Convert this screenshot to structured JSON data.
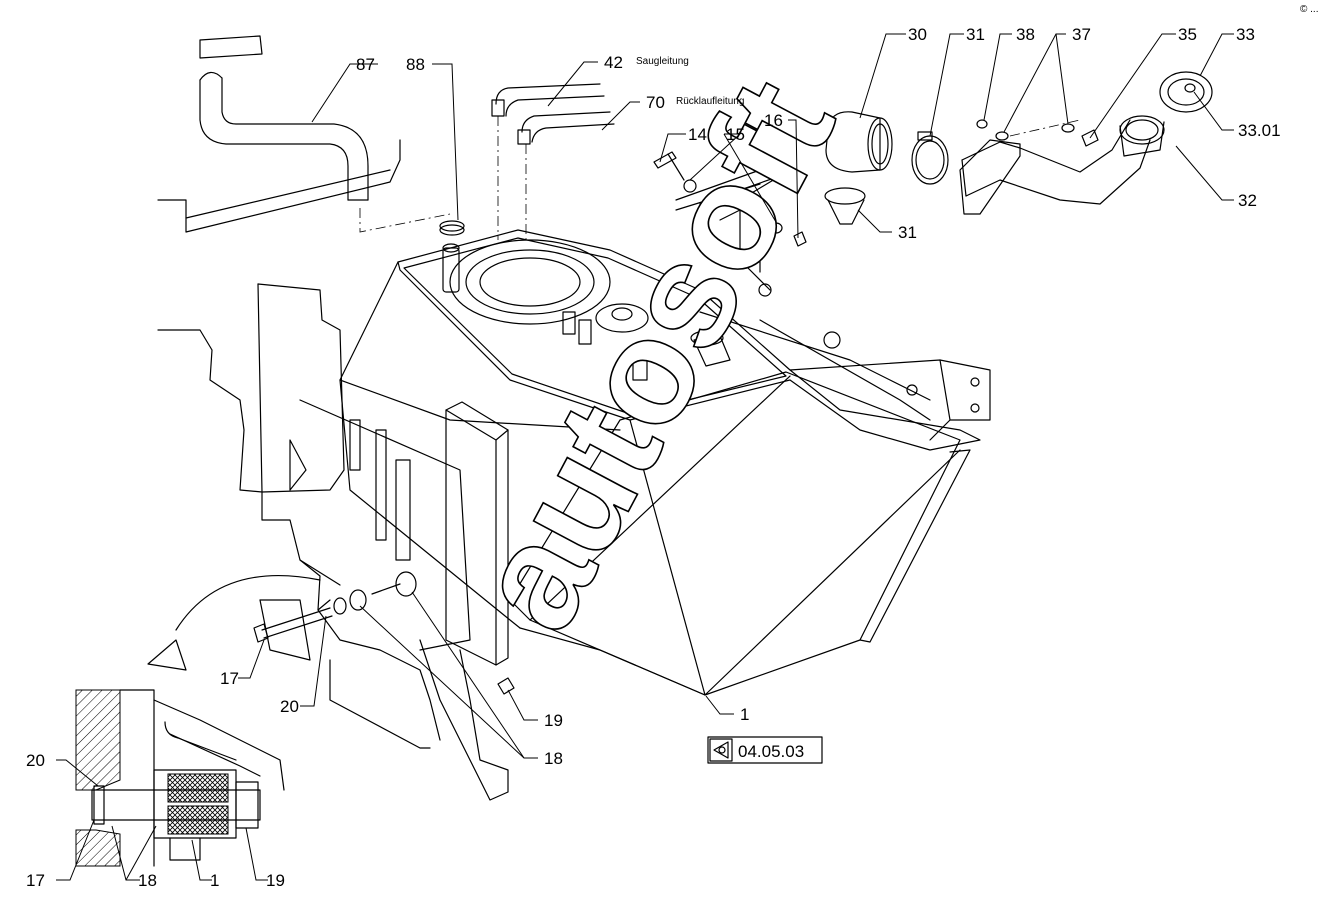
{
  "watermark": "autosoft",
  "corner_mark": "© ...",
  "reference": {
    "label": "04.05.03",
    "icon": "view-arrow-icon"
  },
  "callouts": [
    {
      "id": "c87",
      "text": "87"
    },
    {
      "id": "c88",
      "text": "88"
    },
    {
      "id": "c42",
      "text": "42"
    },
    {
      "id": "c70",
      "text": "70"
    },
    {
      "id": "c14",
      "text": "14"
    },
    {
      "id": "c15",
      "text": "15"
    },
    {
      "id": "c16",
      "text": "16"
    },
    {
      "id": "c30",
      "text": "30"
    },
    {
      "id": "c31a",
      "text": "31"
    },
    {
      "id": "c31b",
      "text": "31"
    },
    {
      "id": "c38",
      "text": "38"
    },
    {
      "id": "c37",
      "text": "37"
    },
    {
      "id": "c35",
      "text": "35"
    },
    {
      "id": "c33",
      "text": "33"
    },
    {
      "id": "c3301",
      "text": "33.01"
    },
    {
      "id": "c32",
      "text": "32"
    },
    {
      "id": "c1",
      "text": "1"
    },
    {
      "id": "c17",
      "text": "17"
    },
    {
      "id": "c20",
      "text": "20"
    },
    {
      "id": "c19",
      "text": "19"
    },
    {
      "id": "c18",
      "text": "18"
    },
    {
      "id": "d20",
      "text": "20"
    },
    {
      "id": "d17",
      "text": "17"
    },
    {
      "id": "d18",
      "text": "18"
    },
    {
      "id": "d1",
      "text": "1"
    },
    {
      "id": "d19",
      "text": "19"
    }
  ],
  "line_labels": {
    "saug": "Saugleitung",
    "ruecklauf": "Rücklaufleitung"
  }
}
